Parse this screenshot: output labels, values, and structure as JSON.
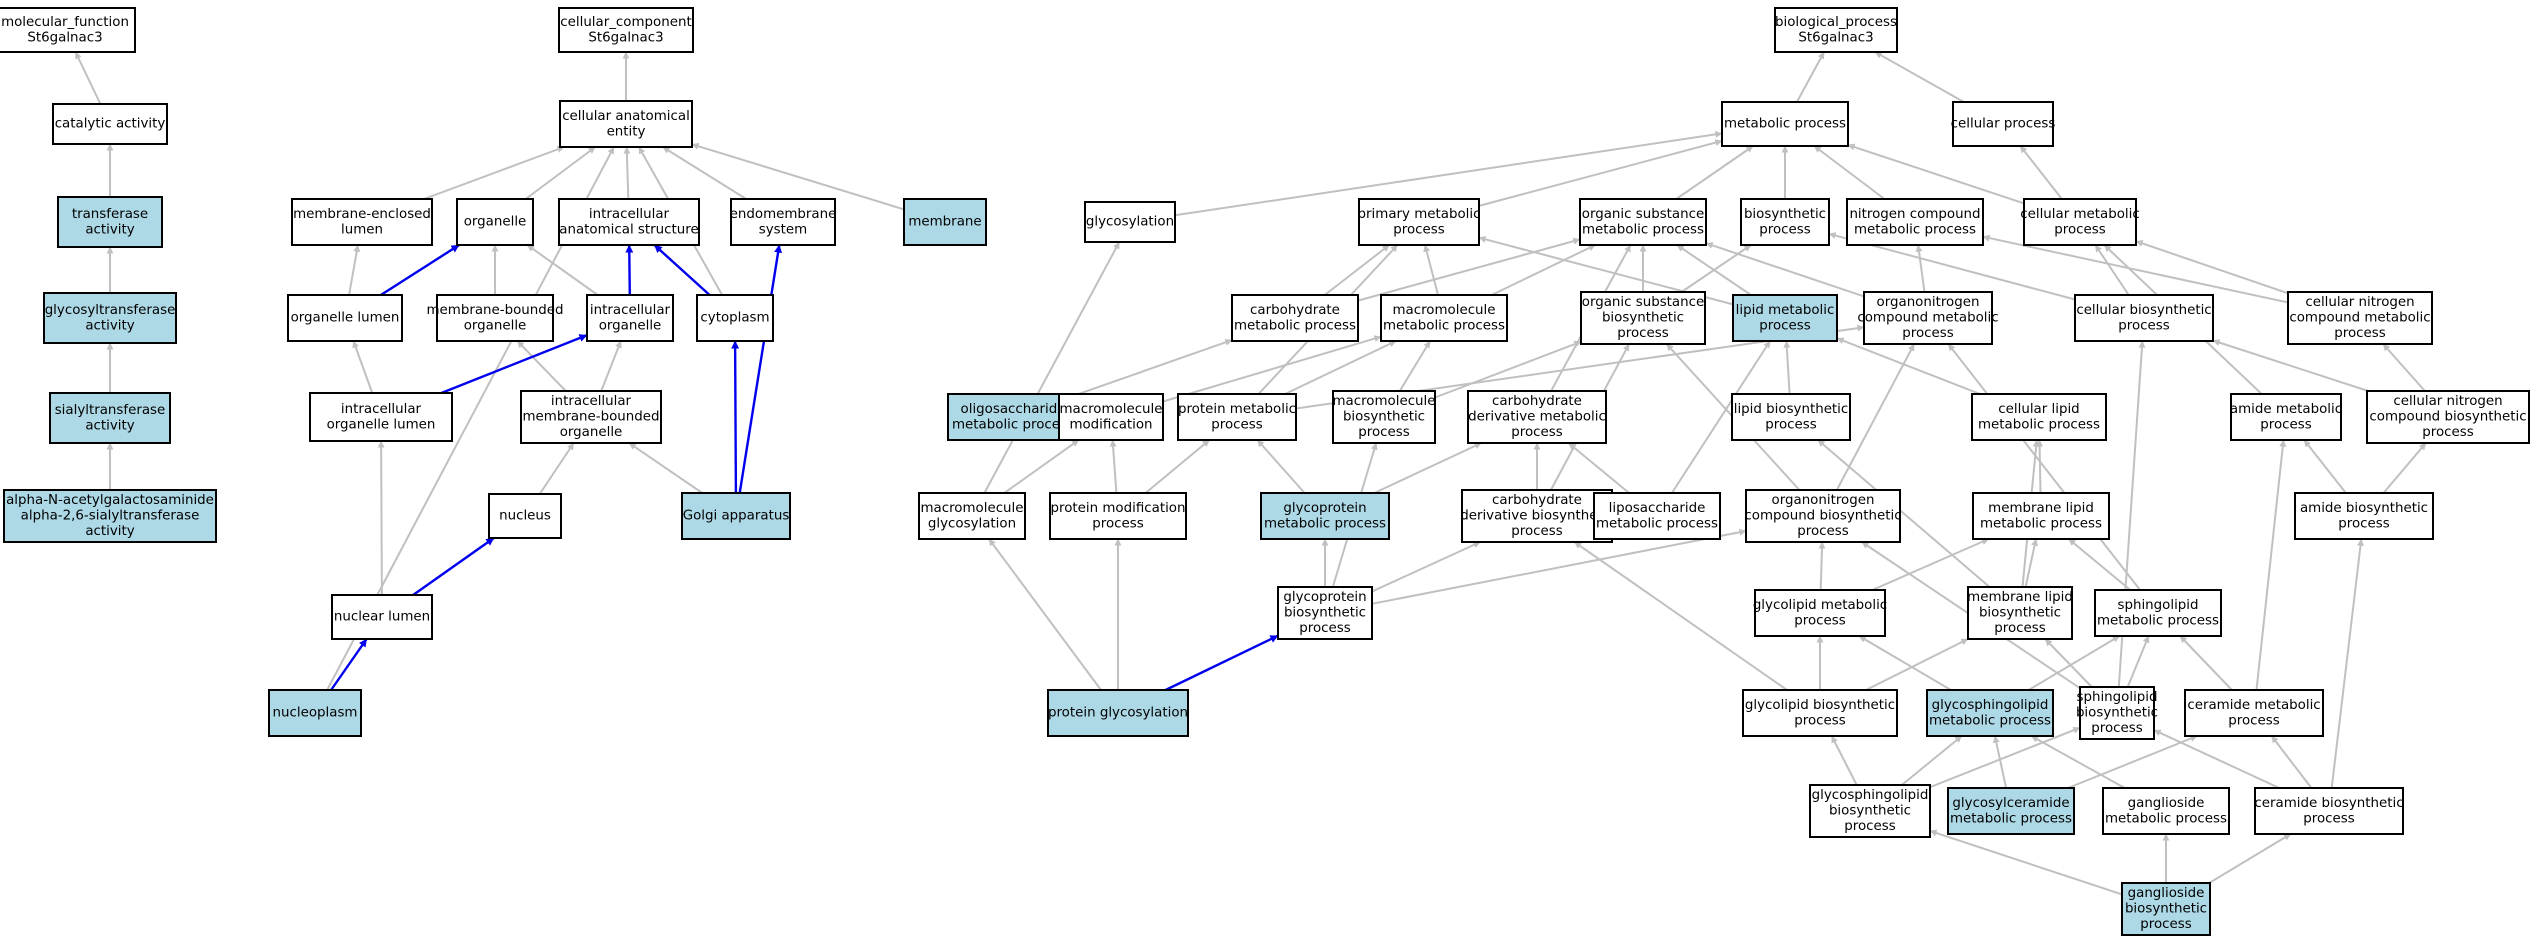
{
  "colors": {
    "highlight_fill": "#add8e6",
    "plain_fill": "#ffffff",
    "gray_edge": "#c0c0c0",
    "blue_edge": "#0000ee"
  },
  "nodes": [
    {
      "id": "mf",
      "lines": [
        "molecular_function",
        "St6galnac3"
      ],
      "highlight": false
    },
    {
      "id": "catalytic",
      "lines": [
        "catalytic activity"
      ],
      "highlight": false
    },
    {
      "id": "transferase",
      "lines": [
        "transferase",
        "activity"
      ],
      "highlight": true
    },
    {
      "id": "glycosyltransferase",
      "lines": [
        "glycosyltransferase",
        "activity"
      ],
      "highlight": true
    },
    {
      "id": "sialyltransferase",
      "lines": [
        "sialyltransferase",
        "activity"
      ],
      "highlight": true
    },
    {
      "id": "alpha26",
      "lines": [
        "alpha-N-acetylgalactosaminide",
        "alpha-2,6-sialyltransferase",
        "activity"
      ],
      "highlight": true
    },
    {
      "id": "cc",
      "lines": [
        "cellular_component",
        "St6galnac3"
      ],
      "highlight": false
    },
    {
      "id": "cae",
      "lines": [
        "cellular anatomical",
        "entity"
      ],
      "highlight": false
    },
    {
      "id": "mel",
      "lines": [
        "membrane-enclosed",
        "lumen"
      ],
      "highlight": false
    },
    {
      "id": "organelle",
      "lines": [
        "organelle"
      ],
      "highlight": false
    },
    {
      "id": "ias",
      "lines": [
        "intracellular",
        "anatomical structure"
      ],
      "highlight": false
    },
    {
      "id": "endomembrane",
      "lines": [
        "endomembrane",
        "system"
      ],
      "highlight": false
    },
    {
      "id": "membrane",
      "lines": [
        "membrane"
      ],
      "highlight": true
    },
    {
      "id": "organelle_lumen",
      "lines": [
        "organelle lumen"
      ],
      "highlight": false
    },
    {
      "id": "mbo",
      "lines": [
        "membrane-bounded",
        "organelle"
      ],
      "highlight": false
    },
    {
      "id": "io",
      "lines": [
        "intracellular",
        "organelle"
      ],
      "highlight": false
    },
    {
      "id": "cytoplasm",
      "lines": [
        "cytoplasm"
      ],
      "highlight": false
    },
    {
      "id": "iol",
      "lines": [
        "intracellular",
        "organelle lumen"
      ],
      "highlight": false
    },
    {
      "id": "imbo",
      "lines": [
        "intracellular",
        "membrane-bounded",
        "organelle"
      ],
      "highlight": false
    },
    {
      "id": "nucleus",
      "lines": [
        "nucleus"
      ],
      "highlight": false
    },
    {
      "id": "golgi",
      "lines": [
        "Golgi apparatus"
      ],
      "highlight": true
    },
    {
      "id": "nuclear_lumen",
      "lines": [
        "nuclear lumen"
      ],
      "highlight": false
    },
    {
      "id": "nucleoplasm",
      "lines": [
        "nucleoplasm"
      ],
      "highlight": true
    },
    {
      "id": "bp",
      "lines": [
        "biological_process",
        "St6galnac3"
      ],
      "highlight": false
    },
    {
      "id": "metabolic",
      "lines": [
        "metabolic process"
      ],
      "highlight": false
    },
    {
      "id": "cellular_process",
      "lines": [
        "cellular process"
      ],
      "highlight": false
    },
    {
      "id": "glycosylation",
      "lines": [
        "glycosylation"
      ],
      "highlight": false
    },
    {
      "id": "primary",
      "lines": [
        "primary metabolic",
        "process"
      ],
      "highlight": false
    },
    {
      "id": "osmp",
      "lines": [
        "organic substance",
        "metabolic process"
      ],
      "highlight": false
    },
    {
      "id": "biosynthetic",
      "lines": [
        "biosynthetic",
        "process"
      ],
      "highlight": false
    },
    {
      "id": "ncmp",
      "lines": [
        "nitrogen compound",
        "metabolic process"
      ],
      "highlight": false
    },
    {
      "id": "cmp",
      "lines": [
        "cellular metabolic",
        "process"
      ],
      "highlight": false
    },
    {
      "id": "carbmp",
      "lines": [
        "carbohydrate",
        "metabolic process"
      ],
      "highlight": false
    },
    {
      "id": "macromp",
      "lines": [
        "macromolecule",
        "metabolic process"
      ],
      "highlight": false
    },
    {
      "id": "osbp",
      "lines": [
        "organic substance",
        "biosynthetic",
        "process"
      ],
      "highlight": false
    },
    {
      "id": "lipidmp",
      "lines": [
        "lipid metabolic",
        "process"
      ],
      "highlight": true
    },
    {
      "id": "oncmp",
      "lines": [
        "organonitrogen",
        "compound metabolic",
        "process"
      ],
      "highlight": false
    },
    {
      "id": "cbp",
      "lines": [
        "cellular biosynthetic",
        "process"
      ],
      "highlight": false
    },
    {
      "id": "cncmp",
      "lines": [
        "cellular nitrogen",
        "compound metabolic",
        "process"
      ],
      "highlight": false
    },
    {
      "id": "oligo",
      "lines": [
        "oligosaccharide",
        "metabolic process"
      ],
      "highlight": true
    },
    {
      "id": "macromod",
      "lines": [
        "macromolecule",
        "modification"
      ],
      "highlight": false
    },
    {
      "id": "protmp",
      "lines": [
        "protein metabolic",
        "process"
      ],
      "highlight": false
    },
    {
      "id": "macrobp",
      "lines": [
        "macromolecule",
        "biosynthetic",
        "process"
      ],
      "highlight": false
    },
    {
      "id": "cdmp",
      "lines": [
        "carbohydrate",
        "derivative metabolic",
        "process"
      ],
      "highlight": false
    },
    {
      "id": "lipidbp",
      "lines": [
        "lipid biosynthetic",
        "process"
      ],
      "highlight": false
    },
    {
      "id": "clmp",
      "lines": [
        "cellular lipid",
        "metabolic process"
      ],
      "highlight": false
    },
    {
      "id": "amidemp",
      "lines": [
        "amide metabolic",
        "process"
      ],
      "highlight": false
    },
    {
      "id": "cncbp",
      "lines": [
        "cellular nitrogen",
        "compound biosynthetic",
        "process"
      ],
      "highlight": false
    },
    {
      "id": "macroglyc",
      "lines": [
        "macromolecule",
        "glycosylation"
      ],
      "highlight": false
    },
    {
      "id": "protmod",
      "lines": [
        "protein modification",
        "process"
      ],
      "highlight": false
    },
    {
      "id": "glycoprotmp",
      "lines": [
        "glycoprotein",
        "metabolic process"
      ],
      "highlight": true
    },
    {
      "id": "cdbp",
      "lines": [
        "carbohydrate",
        "derivative biosynthetic",
        "process"
      ],
      "highlight": false
    },
    {
      "id": "liposacc",
      "lines": [
        "liposaccharide",
        "metabolic process"
      ],
      "highlight": false
    },
    {
      "id": "oncbp",
      "lines": [
        "organonitrogen",
        "compound biosynthetic",
        "process"
      ],
      "highlight": false
    },
    {
      "id": "mlmp",
      "lines": [
        "membrane lipid",
        "metabolic process"
      ],
      "highlight": false
    },
    {
      "id": "amidebp",
      "lines": [
        "amide biosynthetic",
        "process"
      ],
      "highlight": false
    },
    {
      "id": "glycoprotbp",
      "lines": [
        "glycoprotein",
        "biosynthetic",
        "process"
      ],
      "highlight": false
    },
    {
      "id": "glycolipmp",
      "lines": [
        "glycolipid metabolic",
        "process"
      ],
      "highlight": false
    },
    {
      "id": "mlbp",
      "lines": [
        "membrane lipid",
        "biosynthetic",
        "process"
      ],
      "highlight": false
    },
    {
      "id": "sphmp",
      "lines": [
        "sphingolipid",
        "metabolic process"
      ],
      "highlight": false
    },
    {
      "id": "protglyc",
      "lines": [
        "protein glycosylation"
      ],
      "highlight": true
    },
    {
      "id": "glycolipbp",
      "lines": [
        "glycolipid biosynthetic",
        "process"
      ],
      "highlight": false
    },
    {
      "id": "gsphmp",
      "lines": [
        "glycosphingolipid",
        "metabolic process"
      ],
      "highlight": true
    },
    {
      "id": "sphbp",
      "lines": [
        "sphingolipid",
        "biosynthetic",
        "process"
      ],
      "highlight": false
    },
    {
      "id": "ceramp",
      "lines": [
        "ceramide metabolic",
        "process"
      ],
      "highlight": false
    },
    {
      "id": "gsphbp",
      "lines": [
        "glycosphingolipid",
        "biosynthetic",
        "process"
      ],
      "highlight": false
    },
    {
      "id": "gcermp",
      "lines": [
        "glycosylceramide",
        "metabolic process"
      ],
      "highlight": true
    },
    {
      "id": "ganglmp",
      "lines": [
        "ganglioside",
        "metabolic process"
      ],
      "highlight": false
    },
    {
      "id": "cerabp",
      "lines": [
        "ceramide biosynthetic",
        "process"
      ],
      "highlight": false
    },
    {
      "id": "ganglbp",
      "lines": [
        "ganglioside",
        "biosynthetic",
        "process"
      ],
      "highlight": true
    }
  ],
  "edges": [
    {
      "from": "catalytic",
      "to": "mf",
      "color": "gray"
    },
    {
      "from": "transferase",
      "to": "catalytic",
      "color": "gray"
    },
    {
      "from": "glycosyltransferase",
      "to": "transferase",
      "color": "gray"
    },
    {
      "from": "sialyltransferase",
      "to": "glycosyltransferase",
      "color": "gray"
    },
    {
      "from": "alpha26",
      "to": "sialyltransferase",
      "color": "gray"
    },
    {
      "from": "cae",
      "to": "cc",
      "color": "gray"
    },
    {
      "from": "mel",
      "to": "cae",
      "color": "gray"
    },
    {
      "from": "organelle",
      "to": "cae",
      "color": "gray"
    },
    {
      "from": "ias",
      "to": "cae",
      "color": "gray"
    },
    {
      "from": "endomembrane",
      "to": "cae",
      "color": "gray"
    },
    {
      "from": "membrane",
      "to": "cae",
      "color": "gray"
    },
    {
      "from": "cytoplasm",
      "to": "cae",
      "color": "gray"
    },
    {
      "from": "nucleoplasm",
      "to": "cae",
      "color": "gray"
    },
    {
      "from": "organelle_lumen",
      "to": "mel",
      "color": "gray"
    },
    {
      "from": "organelle_lumen",
      "to": "organelle",
      "color": "blue"
    },
    {
      "from": "mbo",
      "to": "organelle",
      "color": "gray"
    },
    {
      "from": "io",
      "to": "organelle",
      "color": "gray"
    },
    {
      "from": "io",
      "to": "ias",
      "color": "blue"
    },
    {
      "from": "cytoplasm",
      "to": "ias",
      "color": "blue"
    },
    {
      "from": "iol",
      "to": "organelle_lumen",
      "color": "gray"
    },
    {
      "from": "iol",
      "to": "io",
      "color": "blue"
    },
    {
      "from": "imbo",
      "to": "mbo",
      "color": "gray"
    },
    {
      "from": "imbo",
      "to": "io",
      "color": "gray"
    },
    {
      "from": "nucleus",
      "to": "imbo",
      "color": "gray"
    },
    {
      "from": "golgi",
      "to": "imbo",
      "color": "gray"
    },
    {
      "from": "golgi",
      "to": "cytoplasm",
      "color": "blue"
    },
    {
      "from": "golgi",
      "to": "endomembrane",
      "color": "blue"
    },
    {
      "from": "nuclear_lumen",
      "to": "iol",
      "color": "gray"
    },
    {
      "from": "nuclear_lumen",
      "to": "nucleus",
      "color": "blue"
    },
    {
      "from": "nucleoplasm",
      "to": "nuclear_lumen",
      "color": "blue"
    },
    {
      "from": "metabolic",
      "to": "bp",
      "color": "gray"
    },
    {
      "from": "cellular_process",
      "to": "bp",
      "color": "gray"
    },
    {
      "from": "glycosylation",
      "to": "metabolic",
      "color": "gray"
    },
    {
      "from": "primary",
      "to": "metabolic",
      "color": "gray"
    },
    {
      "from": "osmp",
      "to": "metabolic",
      "color": "gray"
    },
    {
      "from": "biosynthetic",
      "to": "metabolic",
      "color": "gray"
    },
    {
      "from": "ncmp",
      "to": "metabolic",
      "color": "gray"
    },
    {
      "from": "cmp",
      "to": "metabolic",
      "color": "gray"
    },
    {
      "from": "cmp",
      "to": "cellular_process",
      "color": "gray"
    },
    {
      "from": "carbmp",
      "to": "primary",
      "color": "gray"
    },
    {
      "from": "carbmp",
      "to": "osmp",
      "color": "gray"
    },
    {
      "from": "macromp",
      "to": "primary",
      "color": "gray"
    },
    {
      "from": "macromp",
      "to": "osmp",
      "color": "gray"
    },
    {
      "from": "osbp",
      "to": "osmp",
      "color": "gray"
    },
    {
      "from": "osbp",
      "to": "biosynthetic",
      "color": "gray"
    },
    {
      "from": "lipidmp",
      "to": "primary",
      "color": "gray"
    },
    {
      "from": "lipidmp",
      "to": "osmp",
      "color": "gray"
    },
    {
      "from": "oncmp",
      "to": "osmp",
      "color": "gray"
    },
    {
      "from": "oncmp",
      "to": "ncmp",
      "color": "gray"
    },
    {
      "from": "cbp",
      "to": "biosynthetic",
      "color": "gray"
    },
    {
      "from": "cbp",
      "to": "cmp",
      "color": "gray"
    },
    {
      "from": "cncmp",
      "to": "ncmp",
      "color": "gray"
    },
    {
      "from": "cncmp",
      "to": "cmp",
      "color": "gray"
    },
    {
      "from": "oligo",
      "to": "carbmp",
      "color": "gray"
    },
    {
      "from": "macromod",
      "to": "macromp",
      "color": "gray"
    },
    {
      "from": "protmp",
      "to": "primary",
      "color": "gray"
    },
    {
      "from": "protmp",
      "to": "macromp",
      "color": "gray"
    },
    {
      "from": "protmp",
      "to": "oncmp",
      "color": "gray"
    },
    {
      "from": "macrobp",
      "to": "macromp",
      "color": "gray"
    },
    {
      "from": "macrobp",
      "to": "osbp",
      "color": "gray"
    },
    {
      "from": "cdmp",
      "to": "osmp",
      "color": "gray"
    },
    {
      "from": "lipidbp",
      "to": "lipidmp",
      "color": "gray"
    },
    {
      "from": "clmp",
      "to": "lipidmp",
      "color": "gray"
    },
    {
      "from": "amidemp",
      "to": "cmp",
      "color": "gray"
    },
    {
      "from": "cncbp",
      "to": "cbp",
      "color": "gray"
    },
    {
      "from": "cncbp",
      "to": "cncmp",
      "color": "gray"
    },
    {
      "from": "macroglyc",
      "to": "glycosylation",
      "color": "gray"
    },
    {
      "from": "macroglyc",
      "to": "macromod",
      "color": "gray"
    },
    {
      "from": "protmod",
      "to": "macromod",
      "color": "gray"
    },
    {
      "from": "protmod",
      "to": "protmp",
      "color": "gray"
    },
    {
      "from": "glycoprotmp",
      "to": "protmp",
      "color": "gray"
    },
    {
      "from": "glycoprotmp",
      "to": "cdmp",
      "color": "gray"
    },
    {
      "from": "cdbp",
      "to": "cdmp",
      "color": "gray"
    },
    {
      "from": "cdbp",
      "to": "osbp",
      "color": "gray"
    },
    {
      "from": "liposacc",
      "to": "cdmp",
      "color": "gray"
    },
    {
      "from": "liposacc",
      "to": "lipidmp",
      "color": "gray"
    },
    {
      "from": "oncbp",
      "to": "oncmp",
      "color": "gray"
    },
    {
      "from": "oncbp",
      "to": "osbp",
      "color": "gray"
    },
    {
      "from": "mlmp",
      "to": "clmp",
      "color": "gray"
    },
    {
      "from": "amidebp",
      "to": "amidemp",
      "color": "gray"
    },
    {
      "from": "amidebp",
      "to": "cncbp",
      "color": "gray"
    },
    {
      "from": "glycoprotbp",
      "to": "glycoprotmp",
      "color": "gray"
    },
    {
      "from": "glycoprotbp",
      "to": "macrobp",
      "color": "gray"
    },
    {
      "from": "glycoprotbp",
      "to": "cdbp",
      "color": "gray"
    },
    {
      "from": "glycoprotbp",
      "to": "oncbp",
      "color": "gray"
    },
    {
      "from": "glycolipmp",
      "to": "mlmp",
      "color": "gray"
    },
    {
      "from": "glycolipmp",
      "to": "oncbp",
      "color": "gray"
    },
    {
      "from": "mlbp",
      "to": "mlmp",
      "color": "gray"
    },
    {
      "from": "mlbp",
      "to": "lipidbp",
      "color": "gray"
    },
    {
      "from": "mlbp",
      "to": "clmp",
      "color": "gray"
    },
    {
      "from": "sphmp",
      "to": "mlmp",
      "color": "gray"
    },
    {
      "from": "sphmp",
      "to": "oncmp",
      "color": "gray"
    },
    {
      "from": "protglyc",
      "to": "macroglyc",
      "color": "gray"
    },
    {
      "from": "protglyc",
      "to": "protmod",
      "color": "gray"
    },
    {
      "from": "protglyc",
      "to": "glycoprotbp",
      "color": "blue"
    },
    {
      "from": "glycolipbp",
      "to": "glycolipmp",
      "color": "gray"
    },
    {
      "from": "glycolipbp",
      "to": "mlbp",
      "color": "gray"
    },
    {
      "from": "glycolipbp",
      "to": "cdbp",
      "color": "gray"
    },
    {
      "from": "gsphmp",
      "to": "glycolipmp",
      "color": "gray"
    },
    {
      "from": "gsphmp",
      "to": "sphmp",
      "color": "gray"
    },
    {
      "from": "sphbp",
      "to": "mlbp",
      "color": "gray"
    },
    {
      "from": "sphbp",
      "to": "sphmp",
      "color": "gray"
    },
    {
      "from": "sphbp",
      "to": "oncbp",
      "color": "gray"
    },
    {
      "from": "sphbp",
      "to": "cbp",
      "color": "gray"
    },
    {
      "from": "ceramp",
      "to": "sphmp",
      "color": "gray"
    },
    {
      "from": "ceramp",
      "to": "amidemp",
      "color": "gray"
    },
    {
      "from": "gsphbp",
      "to": "glycolipbp",
      "color": "gray"
    },
    {
      "from": "gsphbp",
      "to": "gsphmp",
      "color": "gray"
    },
    {
      "from": "gsphbp",
      "to": "sphbp",
      "color": "gray"
    },
    {
      "from": "gcermp",
      "to": "gsphmp",
      "color": "gray"
    },
    {
      "from": "gcermp",
      "to": "ceramp",
      "color": "gray"
    },
    {
      "from": "ganglmp",
      "to": "gsphmp",
      "color": "gray"
    },
    {
      "from": "cerabp",
      "to": "ceramp",
      "color": "gray"
    },
    {
      "from": "cerabp",
      "to": "sphbp",
      "color": "gray"
    },
    {
      "from": "cerabp",
      "to": "amidebp",
      "color": "gray"
    },
    {
      "from": "ganglbp",
      "to": "gsphbp",
      "color": "gray"
    },
    {
      "from": "ganglbp",
      "to": "ganglmp",
      "color": "gray"
    },
    {
      "from": "ganglbp",
      "to": "cerabp",
      "color": "gray"
    }
  ]
}
